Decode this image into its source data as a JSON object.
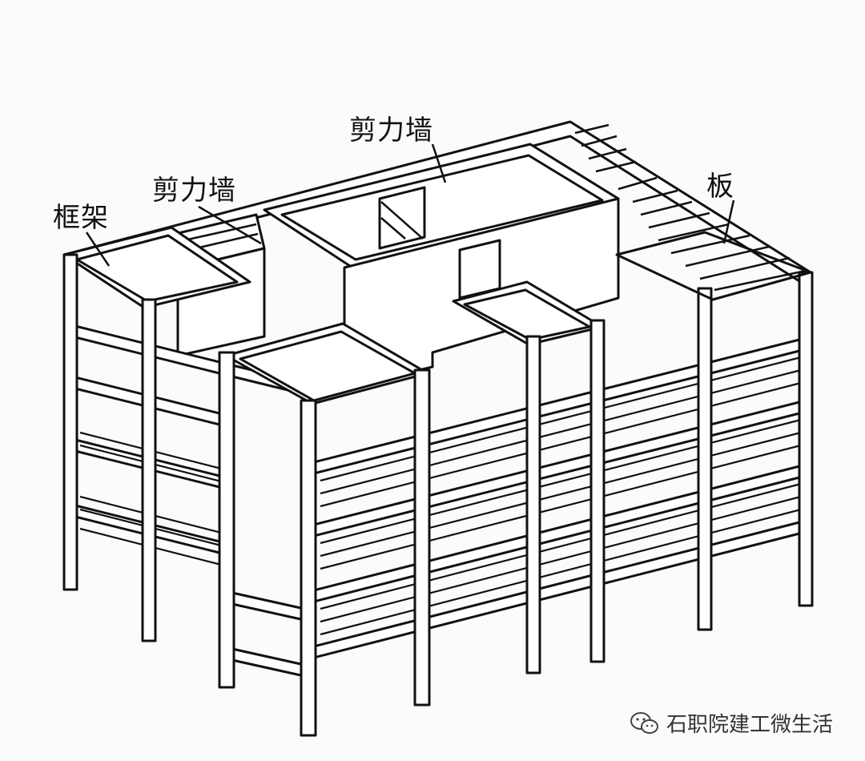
{
  "labels": {
    "frame": "框架",
    "shear_wall_left": "剪力墙",
    "shear_wall_top": "剪力墙",
    "slab": "板"
  },
  "watermark": {
    "text": "石职院建工微生活",
    "icon": "wechat-icon"
  },
  "colors": {
    "ink": "#111111",
    "paper": "#fbfbfb",
    "member_fill": "#ffffff"
  }
}
